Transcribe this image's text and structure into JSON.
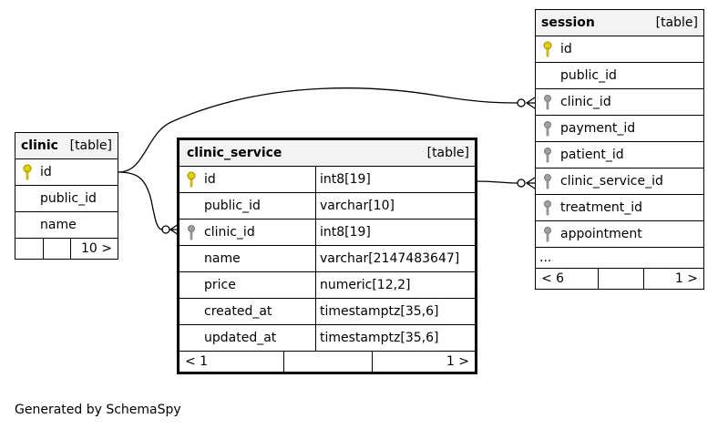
{
  "tables": {
    "clinic": {
      "name": "clinic",
      "type_label": "[table]",
      "rows": [
        {
          "name": "id",
          "key": "primary"
        },
        {
          "name": "public_id",
          "key": "none"
        },
        {
          "name": "name",
          "key": "none"
        }
      ],
      "footer": {
        "left": "",
        "middle": "",
        "right": "10 >"
      }
    },
    "clinic_service": {
      "name": "clinic_service",
      "type_label": "[table]",
      "rows": [
        {
          "name": "id",
          "type": "int8[19]",
          "key": "primary"
        },
        {
          "name": "public_id",
          "type": "varchar[10]",
          "key": "none"
        },
        {
          "name": "clinic_id",
          "type": "int8[19]",
          "key": "foreign"
        },
        {
          "name": "name",
          "type": "varchar[2147483647]",
          "key": "none"
        },
        {
          "name": "price",
          "type": "numeric[12,2]",
          "key": "none"
        },
        {
          "name": "created_at",
          "type": "timestamptz[35,6]",
          "key": "none"
        },
        {
          "name": "updated_at",
          "type": "timestamptz[35,6]",
          "key": "none"
        }
      ],
      "footer": {
        "left": "< 1",
        "middle": "",
        "right": "1 >"
      }
    },
    "session": {
      "name": "session",
      "type_label": "[table]",
      "rows": [
        {
          "name": "id",
          "key": "primary"
        },
        {
          "name": "public_id",
          "key": "none"
        },
        {
          "name": "clinic_id",
          "key": "foreign"
        },
        {
          "name": "payment_id",
          "key": "foreign"
        },
        {
          "name": "patient_id",
          "key": "foreign"
        },
        {
          "name": "clinic_service_id",
          "key": "foreign"
        },
        {
          "name": "treatment_id",
          "key": "foreign"
        },
        {
          "name": "appointment",
          "key": "foreign"
        }
      ],
      "more": "...",
      "footer": {
        "left": "< 6",
        "middle": "",
        "right": "1 >"
      }
    }
  },
  "relationships": [
    {
      "from": "clinic.id",
      "to": "session.clinic_id"
    },
    {
      "from": "clinic.id",
      "to": "clinic_service.clinic_id"
    },
    {
      "from": "clinic_service.id",
      "to": "session.clinic_service_id"
    }
  ],
  "colors": {
    "primary_key": "#e8d000",
    "foreign_key": "#a0a0a0",
    "border": "#000000",
    "header_bg": "#f3f3f3"
  },
  "generated_by": "Generated by SchemaSpy"
}
